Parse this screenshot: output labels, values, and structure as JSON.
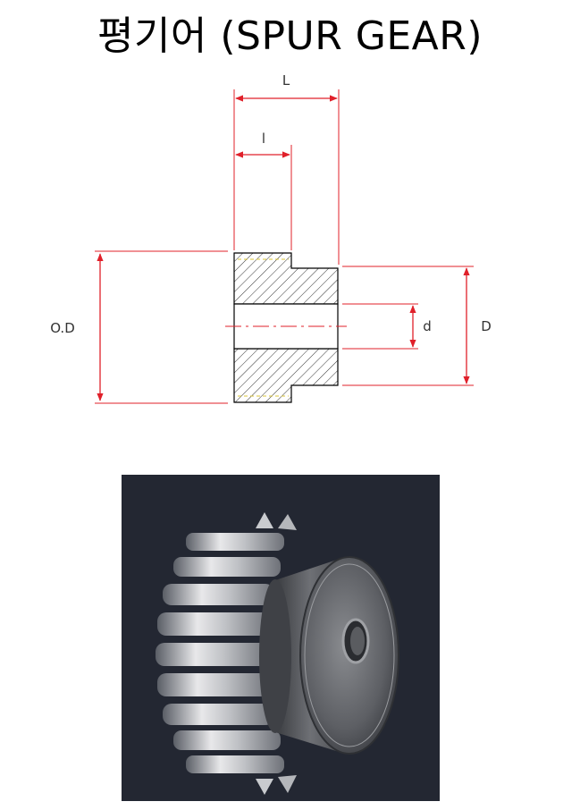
{
  "title": "평기어 (SPUR GEAR)",
  "dimensions": {
    "total_length": "L",
    "hub_offset_length": "l",
    "outer_diameter": "O.D",
    "bore_diameter": "d",
    "hub_diameter": "D"
  },
  "colors": {
    "dimension_line": "#e0202a",
    "pitch_line": "#d8c43a",
    "outline": "#000000",
    "render_background": "#232732"
  }
}
